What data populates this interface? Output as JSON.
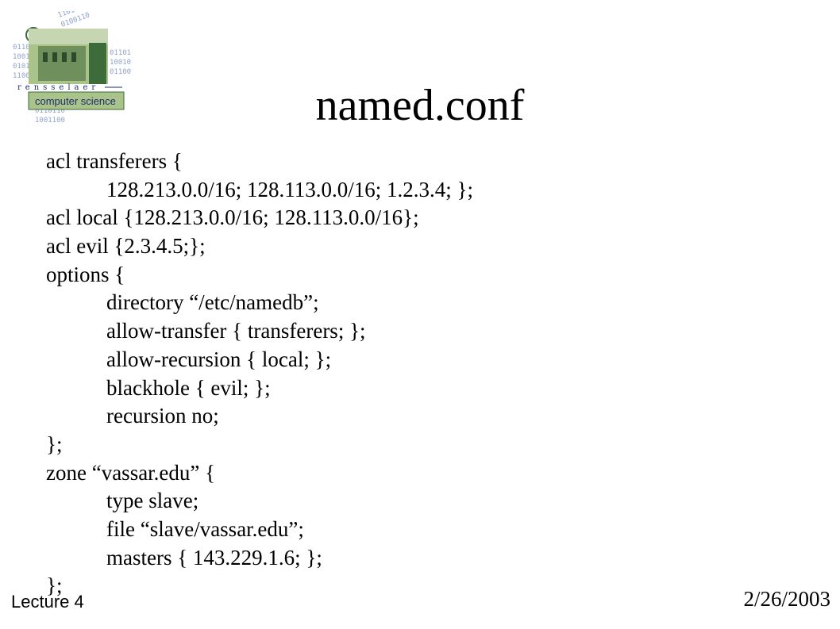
{
  "logo": {
    "wordmark": "rensselaer",
    "subtitle": "computer science"
  },
  "slide": {
    "title": "named.conf",
    "lines": [
      {
        "text": "acl transferers {",
        "indent": 0
      },
      {
        "text": "128.213.0.0/16; 128.113.0.0/16; 1.2.3.4; };",
        "indent": 1
      },
      {
        "text": "acl local {128.213.0.0/16; 128.113.0.0/16};",
        "indent": 0
      },
      {
        "text": "acl evil {2.3.4.5;};",
        "indent": 0
      },
      {
        "text": "options {",
        "indent": 0
      },
      {
        "text": "directory “/etc/namedb”;",
        "indent": 1
      },
      {
        "text": "allow-transfer { transferers; };",
        "indent": 1
      },
      {
        "text": "allow-recursion { local; };",
        "indent": 1
      },
      {
        "text": "blackhole { evil; };",
        "indent": 1
      },
      {
        "text": "recursion no;",
        "indent": 1
      },
      {
        "text": "};",
        "indent": 0
      },
      {
        "text": "zone “vassar.edu” {",
        "indent": 0
      },
      {
        "text": "type slave;",
        "indent": 1
      },
      {
        "text": "file “slave/vassar.edu”;",
        "indent": 1
      },
      {
        "text": "masters { 143.229.1.6; };",
        "indent": 1
      },
      {
        "text": "};",
        "indent": 0
      }
    ]
  },
  "footer": {
    "left": "Lecture 4",
    "right": "2/26/2003"
  },
  "colors": {
    "logo_green": "#a9c38a",
    "logo_dark_green": "#3d6b3a",
    "logo_text_blue": "#1c2d6e",
    "binary_blue": "#8fa3c9"
  }
}
